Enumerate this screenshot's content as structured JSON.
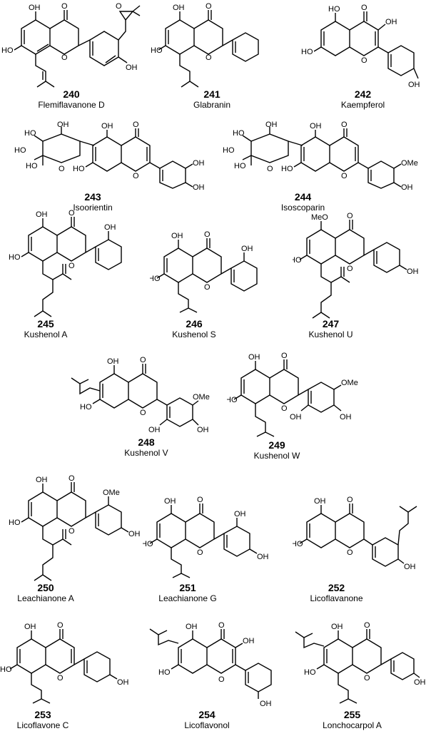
{
  "compounds": [
    {
      "number": "240",
      "name": "Flemiflavanone D",
      "labels": [
        "OH",
        "O",
        "HO",
        "O",
        "O",
        "OH"
      ]
    },
    {
      "number": "241",
      "name": "Glabranin",
      "labels": [
        "OH",
        "O",
        "HO",
        "O"
      ]
    },
    {
      "number": "242",
      "name": "Kaempferol",
      "labels": [
        "HO",
        "O",
        "OH",
        "HO",
        "O",
        "OH"
      ]
    },
    {
      "number": "243",
      "name": "Isoorientin",
      "labels": [
        "HO",
        "HO",
        "OH",
        "O",
        "HO",
        "O",
        "HO",
        "OH",
        "O",
        "OH",
        "OH"
      ]
    },
    {
      "number": "244",
      "name": "Isoscoparin",
      "labels": [
        "HO",
        "HO",
        "OH",
        "O",
        "HO",
        "O",
        "HO",
        "OH",
        "O",
        "OMe",
        "OH"
      ]
    },
    {
      "number": "245",
      "name": "Kushenol A",
      "labels": [
        "OH",
        "O",
        "OH",
        "HO",
        "O"
      ]
    },
    {
      "number": "246",
      "name": "Kushenol S",
      "labels": [
        "OH",
        "O",
        "OH",
        "HO",
        "O"
      ]
    },
    {
      "number": "247",
      "name": "Kushenol U",
      "labels": [
        "MeO",
        "O",
        "HO",
        "O",
        "OH"
      ]
    },
    {
      "number": "248",
      "name": "Kushenol V",
      "labels": [
        "OH",
        "O",
        "OMe",
        "HO",
        "O",
        "OH",
        "OH"
      ]
    },
    {
      "number": "249",
      "name": "Kushenol W",
      "labels": [
        "OH",
        "O",
        "OMe",
        "HO",
        "O",
        "OH",
        "OH"
      ]
    },
    {
      "number": "250",
      "name": "Leachianone A",
      "labels": [
        "OH",
        "O",
        "OMe",
        "HO",
        "O",
        "OH"
      ]
    },
    {
      "number": "251",
      "name": "Leachianone G",
      "labels": [
        "OH",
        "O",
        "OH",
        "HO",
        "O",
        "OH"
      ]
    },
    {
      "number": "252",
      "name": "Licoflavanone",
      "labels": [
        "OH",
        "O",
        "HO",
        "O",
        "OH"
      ]
    },
    {
      "number": "253",
      "name": "Licoflavone C",
      "labels": [
        "OH",
        "O",
        "HO",
        "O",
        "OH"
      ]
    },
    {
      "number": "254",
      "name": "Licoflavonol",
      "labels": [
        "OH",
        "O",
        "OH",
        "HO",
        "O",
        "OH"
      ]
    },
    {
      "number": "255",
      "name": "Lonchocarpol A",
      "labels": [
        "OH",
        "O",
        "HO",
        "O",
        "OH"
      ]
    }
  ]
}
